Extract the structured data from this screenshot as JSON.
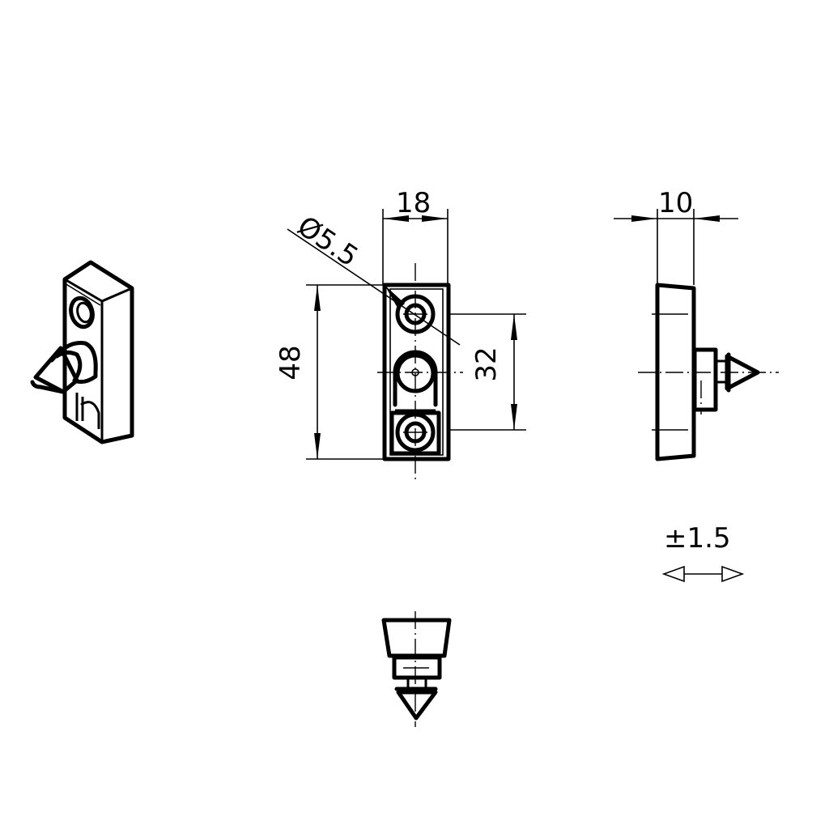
{
  "drawing": {
    "type": "technical-drawing",
    "views": [
      "isometric",
      "front",
      "side",
      "pin-detail"
    ],
    "dimensions": {
      "width": "18",
      "height": "48",
      "hole_spacing": "32",
      "hole_diameter": "Ø5.5",
      "depth": "10",
      "travel": "±1.5"
    },
    "colors": {
      "line": "#000000",
      "background": "#ffffff"
    }
  }
}
